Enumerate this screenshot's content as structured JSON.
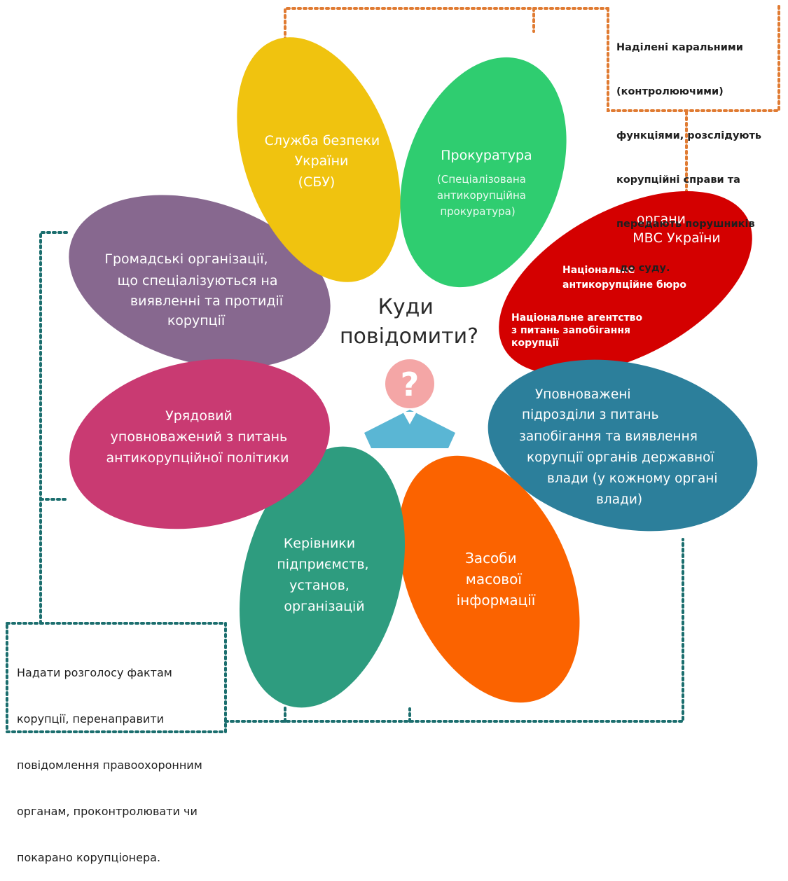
{
  "center": {
    "line1": "Куди",
    "line2": "повідомити?",
    "question_mark": "?"
  },
  "petals": [
    {
      "id": "sbu",
      "lines": [
        "Служба безпеки",
        "України",
        "(СБУ)"
      ],
      "color": "#f0c30f"
    },
    {
      "id": "prosecutor",
      "title": "Прокуратура",
      "sub_lines": [
        "(Спеціалізована",
        "антикорупційна",
        "прокуратура)"
      ],
      "color": "#2fcd70"
    },
    {
      "id": "mvs",
      "title_lines": [
        "органи",
        "МВС України"
      ],
      "items": [
        [
          "Національне",
          "антикорупційне бюро"
        ],
        [
          "Національне агентство",
          "з питань запобігання",
          "корупції"
        ]
      ],
      "color": "#d40000"
    },
    {
      "id": "authorized-units",
      "lines": [
        "Уповноважені",
        "підрозділи з питань",
        "запобігання та виявлення",
        "корупції органів державної",
        "влади (у кожному органі",
        "влади)"
      ],
      "color": "#2c7f9b"
    },
    {
      "id": "media",
      "lines": [
        "Засоби",
        "масової",
        "інформації"
      ],
      "color": "#fb6300"
    },
    {
      "id": "managers",
      "lines": [
        "Керівники",
        "підприємств,",
        "установ,",
        "організацій"
      ],
      "color": "#2e9c7f"
    },
    {
      "id": "government-commissioner",
      "lines": [
        "Урядовий",
        "уповноважений з питань",
        "антикорупційної політики"
      ],
      "color": "#c93a72"
    },
    {
      "id": "ngo",
      "lines": [
        "Громадські організації,",
        "що спеціалізуються на",
        "виявленні та протидії",
        "корупції"
      ],
      "color": "#87688f"
    }
  ],
  "notes": {
    "punitive": [
      "Наділені каральними",
      "(контролюючими)",
      "функціями, розслідують",
      "корупційні справи та",
      "передають порушників",
      " до суду."
    ],
    "public": [
      "Надати розголосу фактам",
      "корупції, перенаправити",
      "повідомлення правоохоронним",
      "органам, проконтролювати чи",
      "покарано корупціонера."
    ]
  },
  "colors": {
    "orange_dots": "#e07b32",
    "teal_dots": "#1b6e6e",
    "head": "#f4a6a6",
    "body": "#5ab6d4",
    "question_mark": "#ffffff"
  }
}
